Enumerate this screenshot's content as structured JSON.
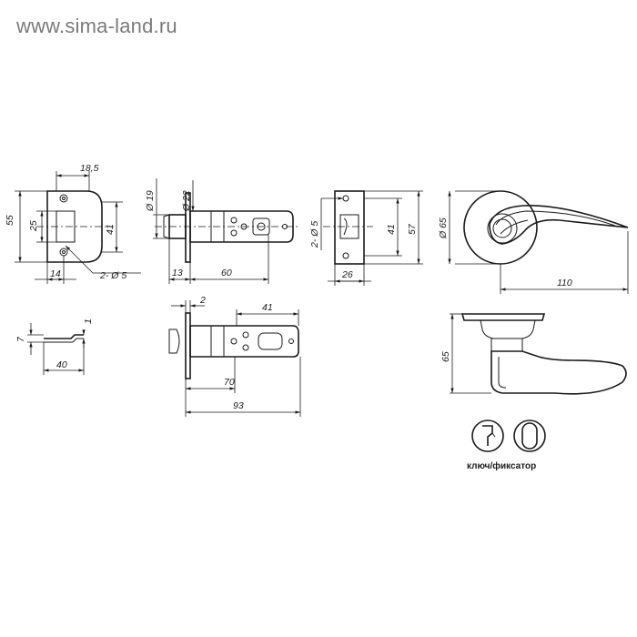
{
  "watermark": "www.sima-land.ru",
  "dims": {
    "strike_width": "18,5",
    "strike_height": "55",
    "strike_inner": "25",
    "strike_inner2": "41",
    "strike_base": "14",
    "strike_holes": "2- Ø 5",
    "latch_d19": "Ø 19",
    "latch_d22": "Ø 22",
    "latch_13": "13",
    "latch_60": "60",
    "plate_holes": "2- Ø 5",
    "plate_41": "41",
    "plate_57": "57",
    "plate_26": "26",
    "rose_d65": "Ø 65",
    "handle_110": "110",
    "profile_7": "7",
    "profile_1": "1",
    "profile_40": "40",
    "latch2_2": "2",
    "latch2_41": "41",
    "latch2_70": "70",
    "latch2_93": "93",
    "side_65": "65"
  },
  "caption": "ключ/фиксатор"
}
